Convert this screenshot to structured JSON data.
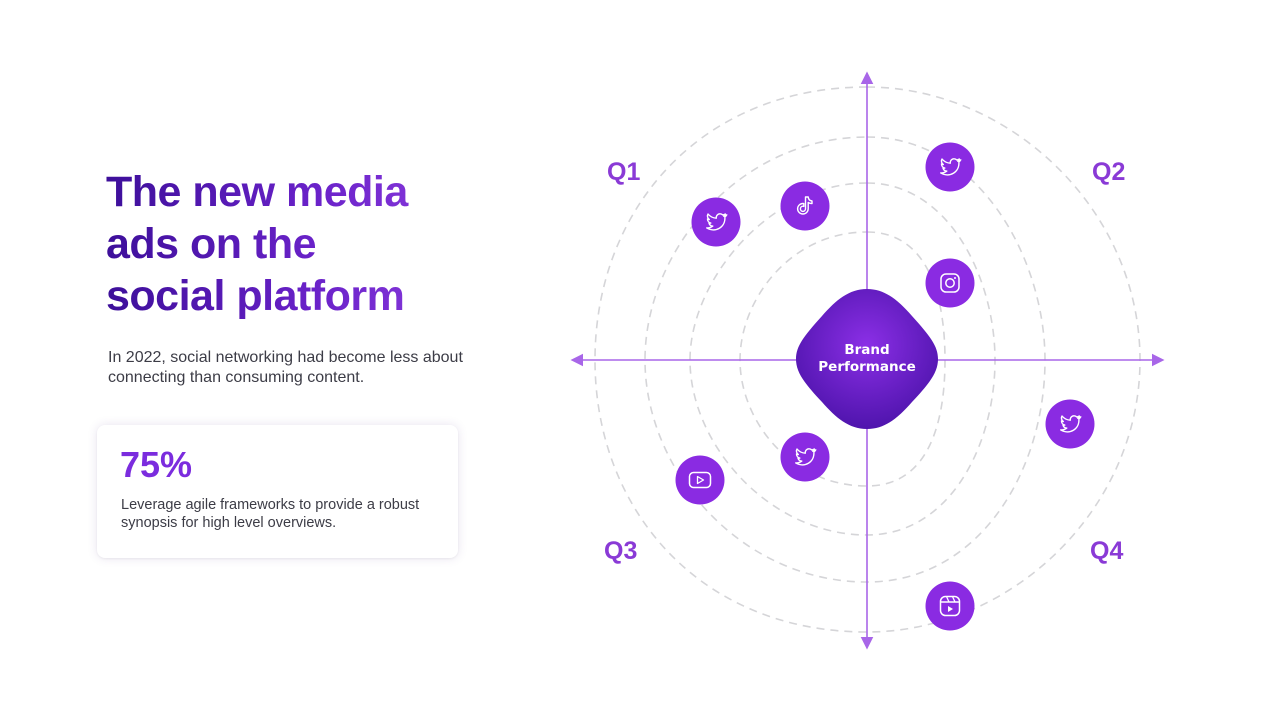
{
  "heading": {
    "line1": "The new media",
    "line2": "ads on the",
    "line3": "social platform"
  },
  "subtitle": "In 2022, social networking had become less about connecting than consuming content.",
  "stat": {
    "value": "75%",
    "description": "Leverage agile frameworks to provide a robust synopsis for high level overviews."
  },
  "diagram": {
    "center": {
      "line1": "Brand",
      "line2": "Performance"
    },
    "quadrants": {
      "q1": "Q1",
      "q2": "Q2",
      "q3": "Q3",
      "q4": "Q4"
    },
    "icons": [
      {
        "name": "twitter-icon",
        "quadrant": "Q1"
      },
      {
        "name": "tiktok-icon",
        "quadrant": "Q1"
      },
      {
        "name": "twitter-icon",
        "quadrant": "Q2"
      },
      {
        "name": "instagram-icon",
        "quadrant": "Q2"
      },
      {
        "name": "twitter-icon",
        "quadrant": "Q3"
      },
      {
        "name": "youtube-icon",
        "quadrant": "Q3"
      },
      {
        "name": "twitter-icon",
        "quadrant": "Q4"
      },
      {
        "name": "instagram-reels-icon",
        "quadrant": "Q4"
      }
    ]
  },
  "colors": {
    "accent": "#8a2be2",
    "heading_dark": "#3d0f9a",
    "axis": "#a866e8",
    "ring": "#d5d5d8"
  }
}
